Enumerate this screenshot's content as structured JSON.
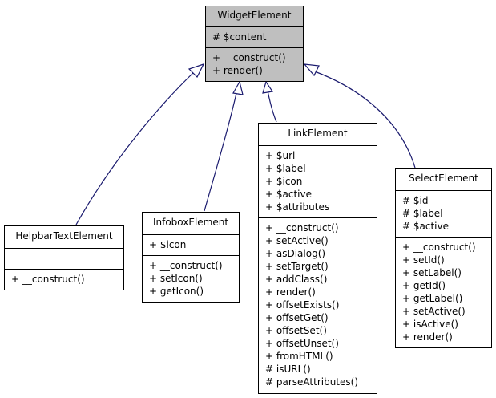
{
  "classes": {
    "widget": {
      "name": "WidgetElement",
      "attributes": [
        "# $content"
      ],
      "operations": [
        "+ __construct()",
        "+ render()"
      ]
    },
    "helpbar": {
      "name": "HelpbarTextElement",
      "attributes": [],
      "operations": [
        "+ __construct()"
      ]
    },
    "infobox": {
      "name": "InfoboxElement",
      "attributes": [
        "+ $icon"
      ],
      "operations": [
        "+ __construct()",
        "+ setIcon()",
        "+ getIcon()"
      ]
    },
    "link": {
      "name": "LinkElement",
      "attributes": [
        "+ $url",
        "+ $label",
        "+ $icon",
        "+ $active",
        "+ $attributes"
      ],
      "operations": [
        "+ __construct()",
        "+ setActive()",
        "+ asDialog()",
        "+ setTarget()",
        "+ addClass()",
        "+ render()",
        "+ offsetExists()",
        "+ offsetGet()",
        "+ offsetSet()",
        "+ offsetUnset()",
        "+ fromHTML()",
        "# isURL()",
        "# parseAttributes()"
      ]
    },
    "select": {
      "name": "SelectElement",
      "attributes": [
        "# $id",
        "# $label",
        "# $active"
      ],
      "operations": [
        "+ __construct()",
        "+ setId()",
        "+ setLabel()",
        "+ getId()",
        "+ getLabel()",
        "+ setActive()",
        "+ isActive()",
        "+ render()"
      ]
    }
  },
  "colors": {
    "edge": "#1a1a6e",
    "base_fill": "#bfbfbf"
  }
}
